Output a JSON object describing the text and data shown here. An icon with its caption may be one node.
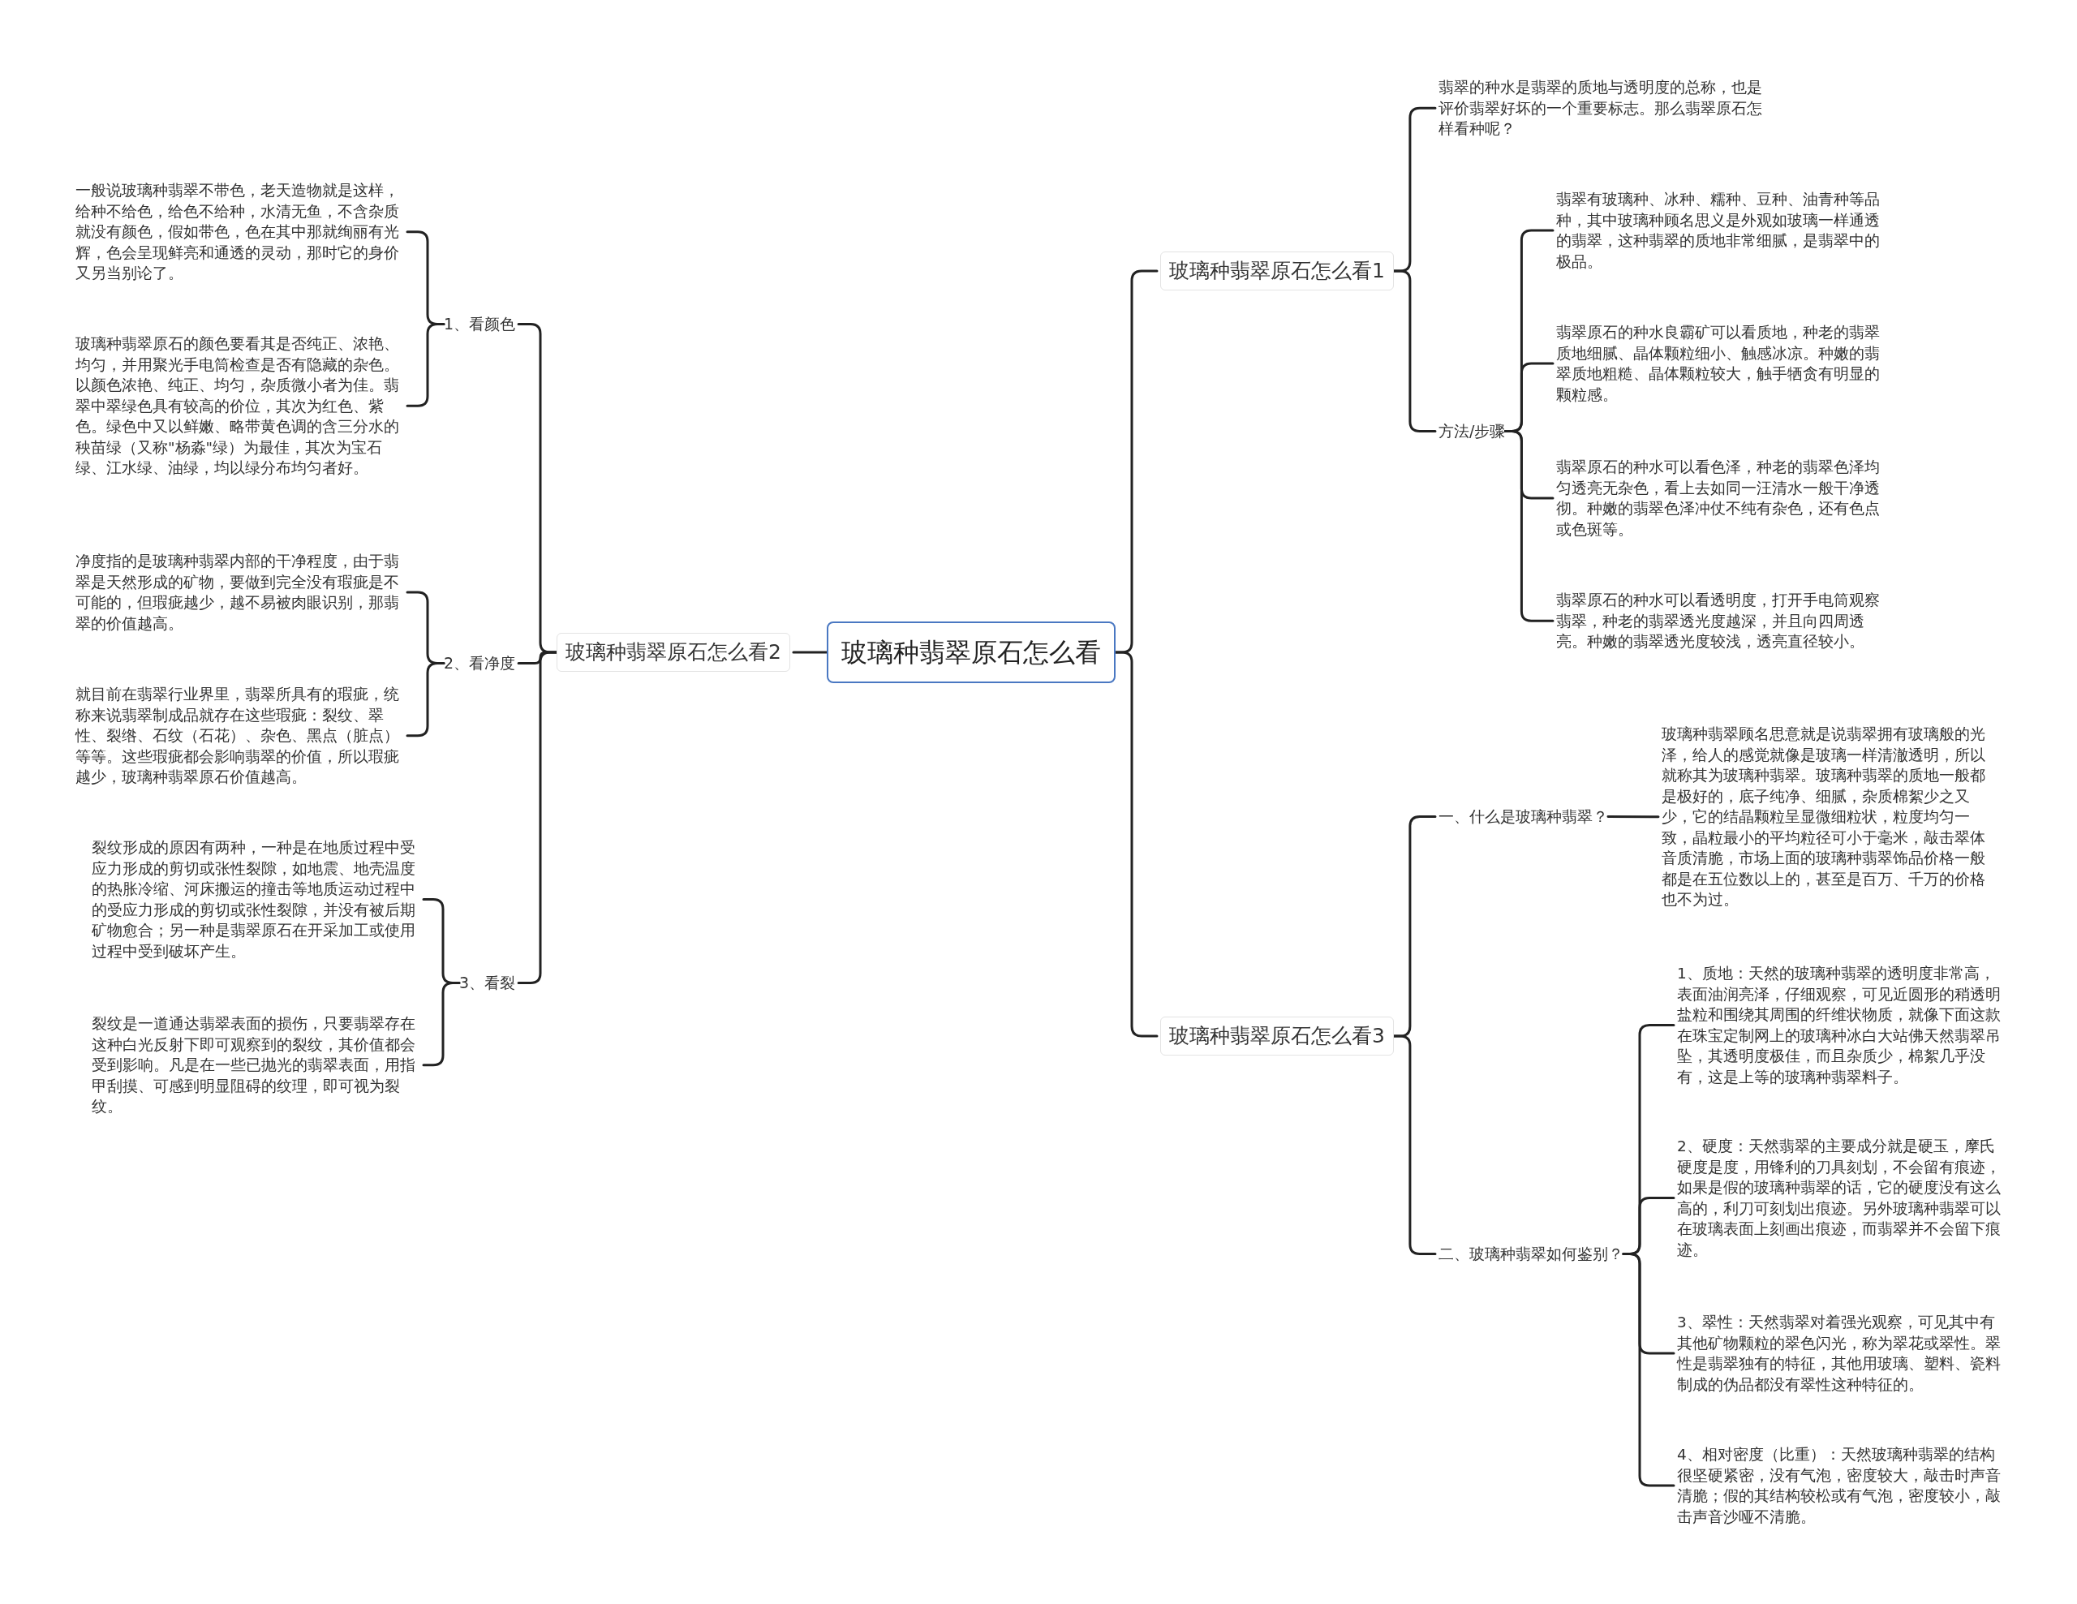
{
  "diagram": {
    "nodes": [
      {
        "text": [
          "玻璃种翡翠原石怎么看"
        ]
      },
      {
        "text": [
          "玻璃种翡翠原石怎么看1"
        ]
      },
      {
        "text": [
          "翡翠的种水是翡翠的质地与透明度的总称，也是评价翡翠好坏的一个重要标志。那么翡翠原石怎样看种呢？"
        ]
      },
      {
        "text": [
          "方法/步骤"
        ]
      },
      {
        "text": [
          "翡翠有玻璃种、冰种、糯种、豆种、油青种等品种，其中玻璃种顾名思义是外观如玻璃一样通透的翡翠，这种翡翠的质地非常细腻，是翡翠中的极品。"
        ]
      },
      {
        "text": [
          "翡翠原石的种水良霸矿可以看质地，种老的翡翠质地细腻、晶体颗粒细小、触感冰凉。种嫩的翡翠质地粗糙、晶体颗粒较大，触手牺贪有明显的颗粒感。"
        ]
      },
      {
        "text": [
          "翡翠原石的种水可以看色泽，种老的翡翠色泽均匀透亮无杂色，看上去如同一汪清水一般干净透彻。种嫩的翡翠色泽冲仗不纯有杂色，还有色点或色斑等。"
        ]
      },
      {
        "text": [
          "翡翠原石的种水可以看透明度，打开手电筒观察翡翠，种老的翡翠透光度越深，并且向四周透亮。种嫩的翡翠透光度较浅，透亮直径较小。"
        ]
      },
      {
        "text": [
          "玻璃种翡翠原石怎么看2"
        ]
      },
      {
        "text": [
          "1、看颜色"
        ]
      },
      {
        "text": [
          "一般说玻璃种翡翠不带色，老天造物就是这样，给种不给色，给色不给种，水清无鱼，不含杂质就没有颜色，假如带色，色在其中那就绚丽有光辉，色会呈现鲜亮和通透的灵动，那时它的身价又另当别论了。"
        ]
      },
      {
        "text": [
          "玻璃种翡翠原石的颜色要看其是否纯正、浓艳、均匀，并用聚光手电筒检查是否有隐藏的杂色。以颜色浓艳、纯正、均匀，杂质微小者为佳。翡翠中翠绿色具有较高的价位，其次为红色、紫色。绿色中又以鲜嫩、略带黄色调的含三分水的秧苗绿（又称\"杨淼\"绿）为最佳，其次为宝石绿、江水绿、油绿，均以绿分布均匀者好。"
        ]
      },
      {
        "text": [
          "2、看净度"
        ]
      },
      {
        "text": [
          "净度指的是玻璃种翡翠内部的干净程度，由于翡翠是天然形成的矿物，要做到完全没有瑕疵是不可能的，但瑕疵越少，越不易被肉眼识别，那翡翠的价值越高。"
        ]
      },
      {
        "text": [
          "就目前在翡翠行业界里，翡翠所具有的瑕疵，统称来说翡翠制成品就存在这些瑕疵：裂纹、翠性、裂绺、石纹（石花）、杂色、黑点（脏点）等等。这些瑕疵都会影响翡翠的价值，所以瑕疵越少，玻璃种翡翠原石价值越高。"
        ]
      },
      {
        "text": [
          "3、看裂"
        ]
      },
      {
        "text": [
          "裂纹形成的原因有两种，一种是在地质过程中受应力形成的剪切或张性裂隙，如地震、地壳温度的热胀冷缩、河床搬运的撞击等地质运动过程中的受应力形成的剪切或张性裂隙，并没有被后期矿物愈合；另一种是翡翠原石在开采加工或使用过程中受到破坏产生。"
        ]
      },
      {
        "text": [
          "裂纹是一道通达翡翠表面的损伤，只要翡翠存在这种白光反射下即可观察到的裂纹，其价值都会受到影响。凡是在一些已抛光的翡翠表面，用指甲刮摸、可感到明显阻碍的纹理，即可视为裂纹。"
        ]
      },
      {
        "text": [
          "玻璃种翡翠原石怎么看3"
        ]
      },
      {
        "text": [
          "一、什么是玻璃种翡翠？"
        ]
      },
      {
        "text": [
          "玻璃种翡翠顾名思意就是说翡翠拥有玻璃般的光泽，给人的感觉就像是玻璃一样清澈透明，所以就称其为玻璃种翡翠。玻璃种翡翠的质地一般都是极好的，底子纯净、细腻，杂质棉絮少之又少，它的结晶颗粒呈显微细粒状，粒度均匀一致，晶粒最小的平均粒径可小于毫米，敲击翠体音质清脆，市场上面的玻璃种翡翠饰品价格一般都是在五位数以上的，甚至是百万、千万的价格也不为过。"
        ]
      },
      {
        "text": [
          "二、玻璃种翡翠如何鉴别？"
        ]
      },
      {
        "text": [
          "1、质地：天然的玻璃种翡翠的透明度非常高，表面油润亮泽，仔细观察，可见近圆形的稍透明盐粒和围绕其周围的纤维状物质，就像下面这款在珠宝定制网上的玻璃种冰白大站佛天然翡翠吊坠，其透明度极佳，而且杂质少，棉絮几乎没有，这是上等的玻璃种翡翠料子。"
        ]
      },
      {
        "text": [
          "2、硬度：天然翡翠的主要成分就是硬玉，摩氏硬度是度，用锋利的刀具刻划，不会留有痕迹，如果是假的玻璃种翡翠的话，它的硬度没有这么高的，利刀可刻划出痕迹。另外玻璃种翡翠可以在玻璃表面上刻画出痕迹，而翡翠并不会留下痕迹。"
        ]
      },
      {
        "text": [
          "3、翠性：天然翡翠对着强光观察，可见其中有其他矿物颗粒的翠色闪光，称为翠花或翠性。翠性是翡翠独有的特征，其他用玻璃、塑料、瓷料制成的伪品都没有翠性这种特征的。"
        ]
      },
      {
        "text": [
          "4、相对密度（比重）：天然玻璃种翡翠的结构很坚硬紧密，没有气泡，密度较大，敲击时声音清脆；假的其结构较松或有气泡，密度较小，敲击声音沙哑不清脆。"
        ]
      }
    ],
    "edges": [
      {
        "from": 0,
        "to": 1,
        "arrow": "none"
      },
      {
        "from": 0,
        "to": 18,
        "arrow": "none"
      },
      {
        "from": 0,
        "to": 8,
        "arrow": "none"
      },
      {
        "from": 1,
        "to": 2,
        "arrow": "none"
      },
      {
        "from": 1,
        "to": 3,
        "arrow": "none"
      },
      {
        "from": 3,
        "to": 4,
        "arrow": "none"
      },
      {
        "from": 3,
        "to": 5,
        "arrow": "none"
      },
      {
        "from": 3,
        "to": 6,
        "arrow": "none"
      },
      {
        "from": 3,
        "to": 7,
        "arrow": "none"
      },
      {
        "from": 8,
        "to": 9,
        "arrow": "none"
      },
      {
        "from": 8,
        "to": 12,
        "arrow": "none"
      },
      {
        "from": 8,
        "to": 15,
        "arrow": "none"
      },
      {
        "from": 9,
        "to": 10,
        "arrow": "none"
      },
      {
        "from": 9,
        "to": 11,
        "arrow": "none"
      },
      {
        "from": 12,
        "to": 13,
        "arrow": "none"
      },
      {
        "from": 12,
        "to": 14,
        "arrow": "none"
      },
      {
        "from": 15,
        "to": 16,
        "arrow": "none"
      },
      {
        "from": 15,
        "to": 17,
        "arrow": "none"
      },
      {
        "from": 18,
        "to": 19,
        "arrow": "none"
      },
      {
        "from": 18,
        "to": 21,
        "arrow": "none"
      },
      {
        "from": 19,
        "to": 20,
        "arrow": "none"
      },
      {
        "from": 21,
        "to": 22,
        "arrow": "none"
      },
      {
        "from": 21,
        "to": 23,
        "arrow": "none"
      },
      {
        "from": 21,
        "to": 24,
        "arrow": "none"
      },
      {
        "from": 21,
        "to": 25,
        "arrow": "none"
      }
    ]
  }
}
